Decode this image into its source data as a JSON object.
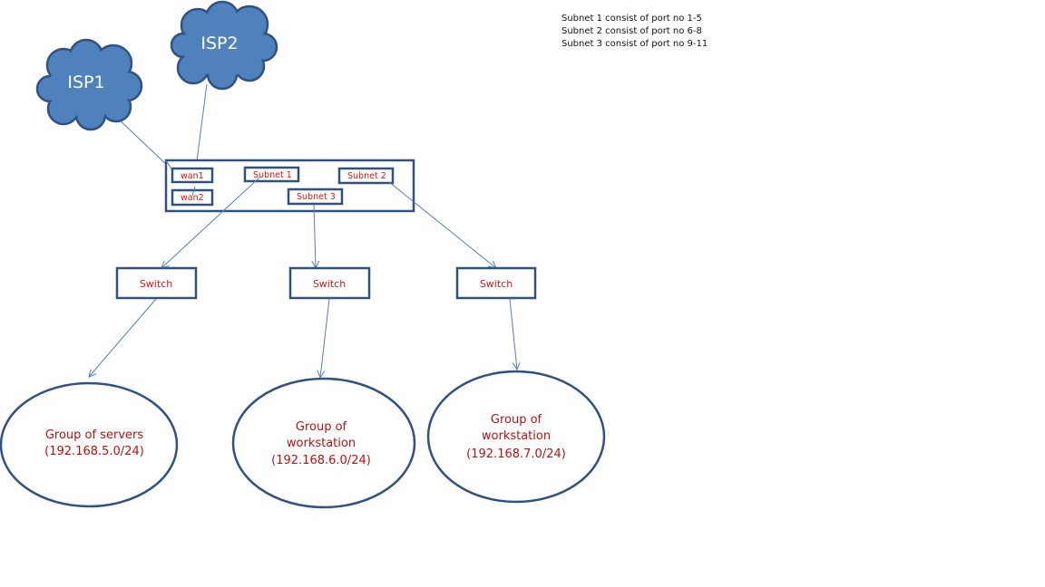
{
  "notes": [
    "Subnet 1 consist of port no 1-5",
    "Subnet 2 consist of port no 6-8",
    "Subnet 3 consist of port no 9-11"
  ],
  "isps": [
    "ISP1",
    "ISP2"
  ],
  "router_ports": {
    "wan1": "wan1",
    "wan2": "wan2",
    "subnet1": "Subnet 1",
    "subnet2": "Subnet 2",
    "subnet3": "Subnet 3"
  },
  "switches": [
    "Switch",
    "Switch",
    "Switch"
  ],
  "groups": [
    {
      "line1": "Group of servers",
      "line2": "(192.168.5.0/24)"
    },
    {
      "line1": "Group of",
      "line2": "workstation",
      "line3": "(192.168.6.0/24)"
    },
    {
      "line1": "Group of",
      "line2": "workstation",
      "line3": "(192.168.7.0/24)"
    }
  ],
  "colors": {
    "shape_stroke": "#2f5283",
    "cloud_fill": "#4f81bd",
    "label_red": "#e0120f",
    "link": "#4f7fbd"
  }
}
